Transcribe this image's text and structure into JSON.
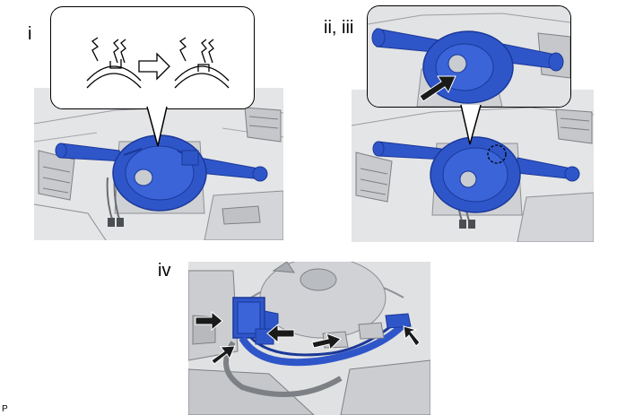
{
  "steps": {
    "i": "i",
    "ii_iii": "ii, iii",
    "iv": "iv"
  },
  "corner_code": "P",
  "colors": {
    "part_blue": "#2f56c9",
    "part_blue_dark": "#1a3898",
    "interior_gray": "#d9dadc",
    "interior_dark": "#8c8f93",
    "arrow_fill": "#1a1a1a"
  }
}
